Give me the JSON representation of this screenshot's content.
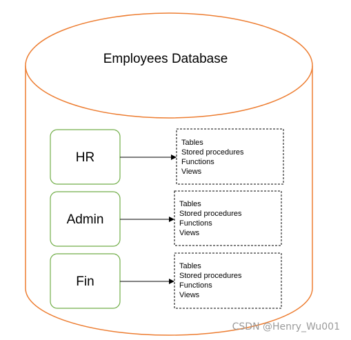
{
  "database": {
    "title": "Employees Database"
  },
  "schemas": [
    {
      "label": "HR",
      "objects": [
        "Tables",
        "Stored procedures",
        "Functions",
        "Views"
      ]
    },
    {
      "label": "Admin",
      "objects": [
        "Tables",
        "Stored procedures",
        "Functions",
        "Views"
      ]
    },
    {
      "label": "Fin",
      "objects": [
        "Tables",
        "Stored procedures",
        "Functions",
        "Views"
      ]
    }
  ],
  "watermark": "CSDN @Henry_Wu001",
  "colors": {
    "cylinder_stroke": "#ed7d31",
    "schema_stroke": "#70ad47",
    "box_stroke": "#000000",
    "arrow": "#000000"
  }
}
